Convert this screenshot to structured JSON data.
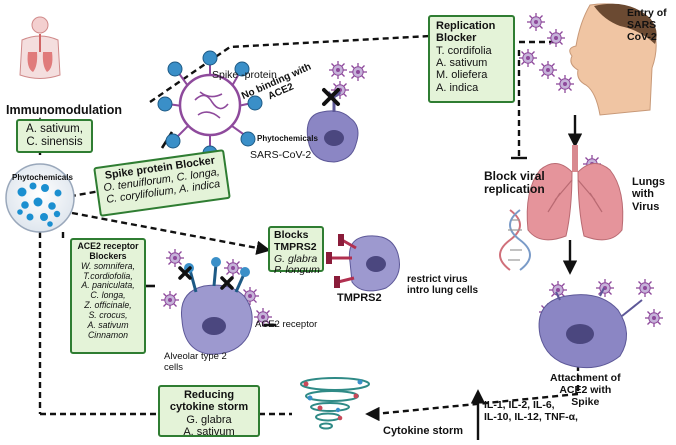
{
  "labels": {
    "immunomodulation": "Immunomodulation",
    "phytochemicals_left": "Phytochemicals",
    "spike_protein": "Spike -protein",
    "no_binding_1": "No binding with",
    "no_binding_2": "ACE2",
    "phytochemicals_virus": "Phytochemicals",
    "sars_cov_2": "SARS-CoV-2",
    "entry_1": "Entry of",
    "entry_2": "SARS",
    "entry_3": "CoV-2",
    "block_viral_1": "Block viral",
    "block_viral_2": "replication",
    "lungs_1": "Lungs",
    "lungs_2": "with",
    "lungs_3": "Virus",
    "tmprs2": "TMPRS2",
    "restrict_1": "restrict virus",
    "restrict_2": "intro lung cells",
    "ace2_receptor": "ACE2 receptor",
    "alveolar_1": "Alveolar type 2",
    "alveolar_2": "cells",
    "attachment_1": "Attachment of",
    "attachment_2": "ACE2 with",
    "attachment_3": "Spike",
    "cytokine_storm": "Cytokine storm",
    "interleukins_1": "IL-1, IL-2, IL-6,",
    "interleukins_2": "IL-10, IL-12,  TNF-α,"
  },
  "boxes": {
    "immuno": {
      "items": [
        "A. sativum,",
        "C. sinensis"
      ]
    },
    "spike_blocker": {
      "title": "Spike protein  Blocker",
      "items": [
        "O. tenuiflorum, C. longa,",
        "C. corylifolium, A. indica"
      ]
    },
    "replication": {
      "title": "Replication",
      "title2": "Blocker",
      "items": [
        "T. cordifolia",
        "A. sativum",
        "M. oliefera",
        "A. indica"
      ]
    },
    "tmprs2_blocker": {
      "title": "Blocks",
      "title2": "TMPRS2",
      "items": [
        "G. glabra",
        "P. longum"
      ]
    },
    "ace2_blockers": {
      "title": "ACE2 receptor",
      "title2": "Blockers",
      "items": [
        "W. somnifera,",
        "T.cordiofolia,",
        "A. paniculata,",
        "C. longa,",
        "Z. officinale,",
        "S. crocus,",
        "A. sativum",
        "Cinnamon"
      ]
    },
    "cytokine": {
      "title": "Reducing",
      "title2": "cytokine storm",
      "items": [
        "G. glabra",
        "A. sativum"
      ]
    }
  },
  "colors": {
    "box_fill": "#e4f3d8",
    "box_border": "#2f7d32",
    "cell_purple": "#8b86c4",
    "virus_blue": "#3a8fc8",
    "virus_purple": "#8e4a9c",
    "skin": "#f0c5a3",
    "lung_pink": "#e5949b"
  },
  "icons": [
    "human-respiratory-icon",
    "phytochemical-dish-icon",
    "coronavirus-icon",
    "ace2-cell-icon",
    "human-head-icon",
    "lungs-icon",
    "dna-helix-icon",
    "tornado-icon",
    "block-x-icon"
  ]
}
